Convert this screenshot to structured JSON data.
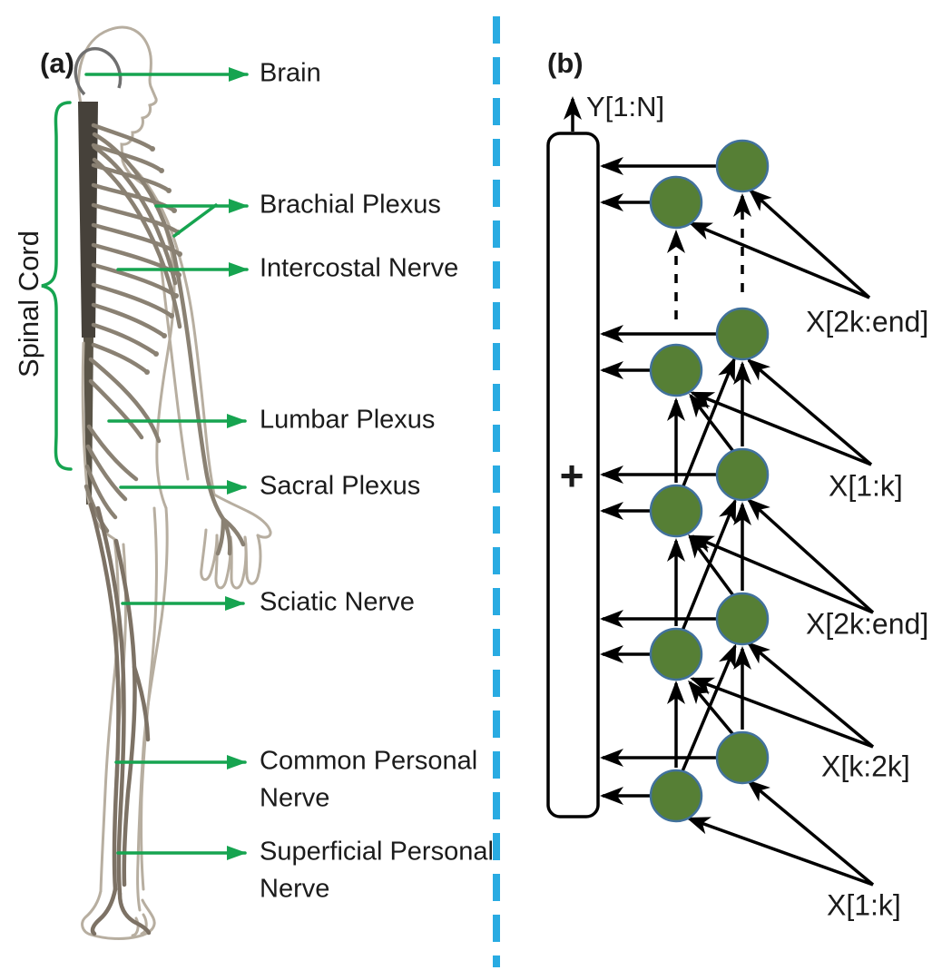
{
  "figure": {
    "panel_a": {
      "tag": "(a)",
      "side_label": "Spinal Cord",
      "labels": {
        "brain": "Brain",
        "brachial": "Brachial Plexus",
        "intercostal": "Intercostal Nerve",
        "lumbar": "Lumbar Plexus",
        "sacral": "Sacral Plexus",
        "sciatic": "Sciatic Nerve",
        "common_line1": "Common Personal",
        "common_line2": "Nerve",
        "superficial_line1": "Superficial Personal",
        "superficial_line2": "Nerve"
      }
    },
    "panel_b": {
      "tag": "(b)",
      "output_label": "Y[1:N]",
      "sum_symbol": "+",
      "x_labels": [
        "X[2k:end]",
        "X[1:k]",
        "X[2k:end]",
        "X[k:2k]",
        "X[1:k]"
      ]
    }
  },
  "colors": {
    "annotation-green": "#16a450",
    "node-fill": "#567f35",
    "node-stroke": "#41719c",
    "divider-blue": "#29abe2",
    "diagram-black": "#000000",
    "label-text": "#1b1b1b",
    "body-outline": "#b7aea0",
    "nerve": "#8a8173",
    "nerve-dark": "#7d7265",
    "spine": "#46413a",
    "brain-outline": "#6f6f6f"
  }
}
